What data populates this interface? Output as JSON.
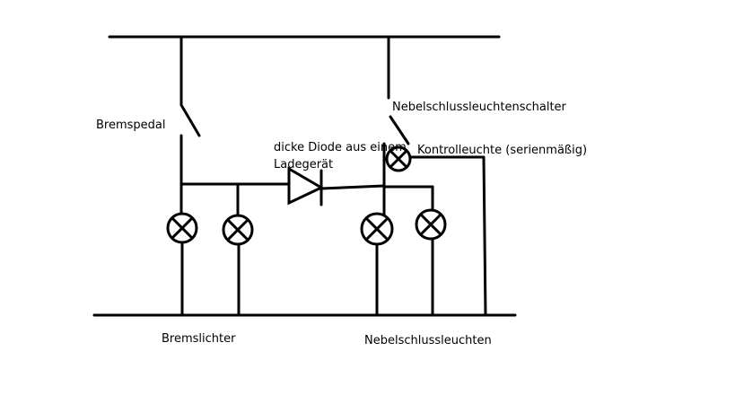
{
  "labels": {
    "brake_pedal": "Bremspedal",
    "fog_switch": "Nebelschlussleuchtenschalter",
    "diode_line1": "dicke Diode aus einem",
    "diode_line2": "Ladegerät",
    "indicator": "Kontrolleuchte (serienmäßig)",
    "brake_lights": "Bremslichter",
    "fog_lights": "Nebelschlussleuchten"
  },
  "colors": {
    "ink": "#000000",
    "background": "#ffffff"
  }
}
